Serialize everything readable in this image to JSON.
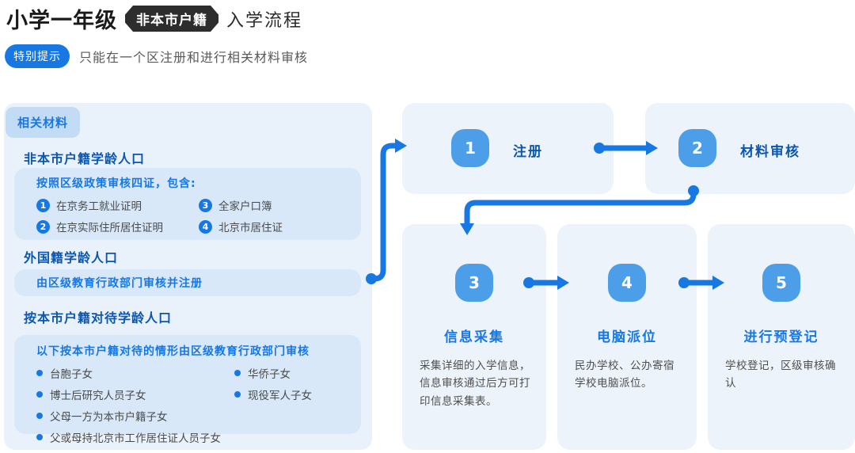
{
  "header": {
    "title": "小学一年级",
    "badge": "非本市户籍",
    "suffix": "入学流程",
    "tip_label": "特别提示",
    "tip_text": "只能在一个区注册和进行相关材料审核"
  },
  "materials_panel": {
    "tab": "相关材料",
    "sections": [
      {
        "heading": "非本市户籍学龄人口",
        "box": {
          "title": "按照区级政策审核四证，包含:",
          "items": [
            {
              "num": "1",
              "text": "在京务工就业证明"
            },
            {
              "num": "2",
              "text": "在京实际住所居住证明"
            },
            {
              "num": "3",
              "text": "全家户口簿"
            },
            {
              "num": "4",
              "text": "北京市居住证"
            }
          ]
        }
      },
      {
        "heading": "外国籍学龄人口",
        "box": {
          "text": "由区级教育行政部门审核并注册"
        }
      },
      {
        "heading": "按本市户籍对待学龄人口",
        "box": {
          "title": "以下按本市户籍对待的情形由区级教育行政部门审核",
          "bullets_col1": [
            "台胞子女",
            "博士后研究人员子女",
            "父母一方为本市户籍子女",
            "父或母持北京市工作居住证人员子女"
          ],
          "bullets_col2": [
            "华侨子女",
            "现役军人子女"
          ]
        }
      }
    ]
  },
  "flow": {
    "steps": [
      {
        "num": "1",
        "label": "注册",
        "desc": ""
      },
      {
        "num": "2",
        "label": "材料审核",
        "desc": ""
      },
      {
        "num": "3",
        "label": "信息采集",
        "desc": "采集详细的入学信息，信息审核通过后方可打印信息采集表。"
      },
      {
        "num": "4",
        "label": "电脑派位",
        "desc": "民办学校、公办寄宿学校电脑派位。"
      },
      {
        "num": "5",
        "label": "进行预登记",
        "desc": "学校登记，区级审核确认"
      }
    ]
  },
  "colors": {
    "accent_blue": "#1778e3",
    "step_badge_blue": "#4d9ee8",
    "card_background": "#edf3fa",
    "panel_background": "#e9f2fb",
    "inner_box_background": "#d8e8f9",
    "tab_background": "#c2dcf5",
    "heading_dark_blue": "#0c56ae",
    "dark_badge_background": "#2d2d2d",
    "body_text_gray": "#4f4f4f"
  }
}
